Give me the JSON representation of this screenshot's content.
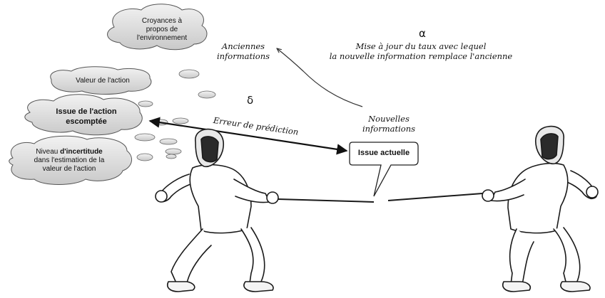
{
  "thoughts": {
    "beliefs": "Croyances à\npropos de\nl'environnement",
    "action_value": "Valeur de l'action",
    "expected_outcome": "Issue de l'action\nescomptée",
    "uncertainty_prefix": "Niveau ",
    "uncertainty_bold": "d'incertitude",
    "uncertainty_rest": "dans l'estimation de la\nvaleur de l'action"
  },
  "actual_outcome": "Issue actuelle",
  "old_info": "Anciennes\ninformations",
  "new_info": "Nouvelles\ninformations",
  "alpha_symbol": "α",
  "alpha_text": "Mise à jour du taux avec lequel\nla nouvelle information remplace l'ancienne",
  "delta_symbol": "δ",
  "delta_text": "Erreur de prédiction"
}
